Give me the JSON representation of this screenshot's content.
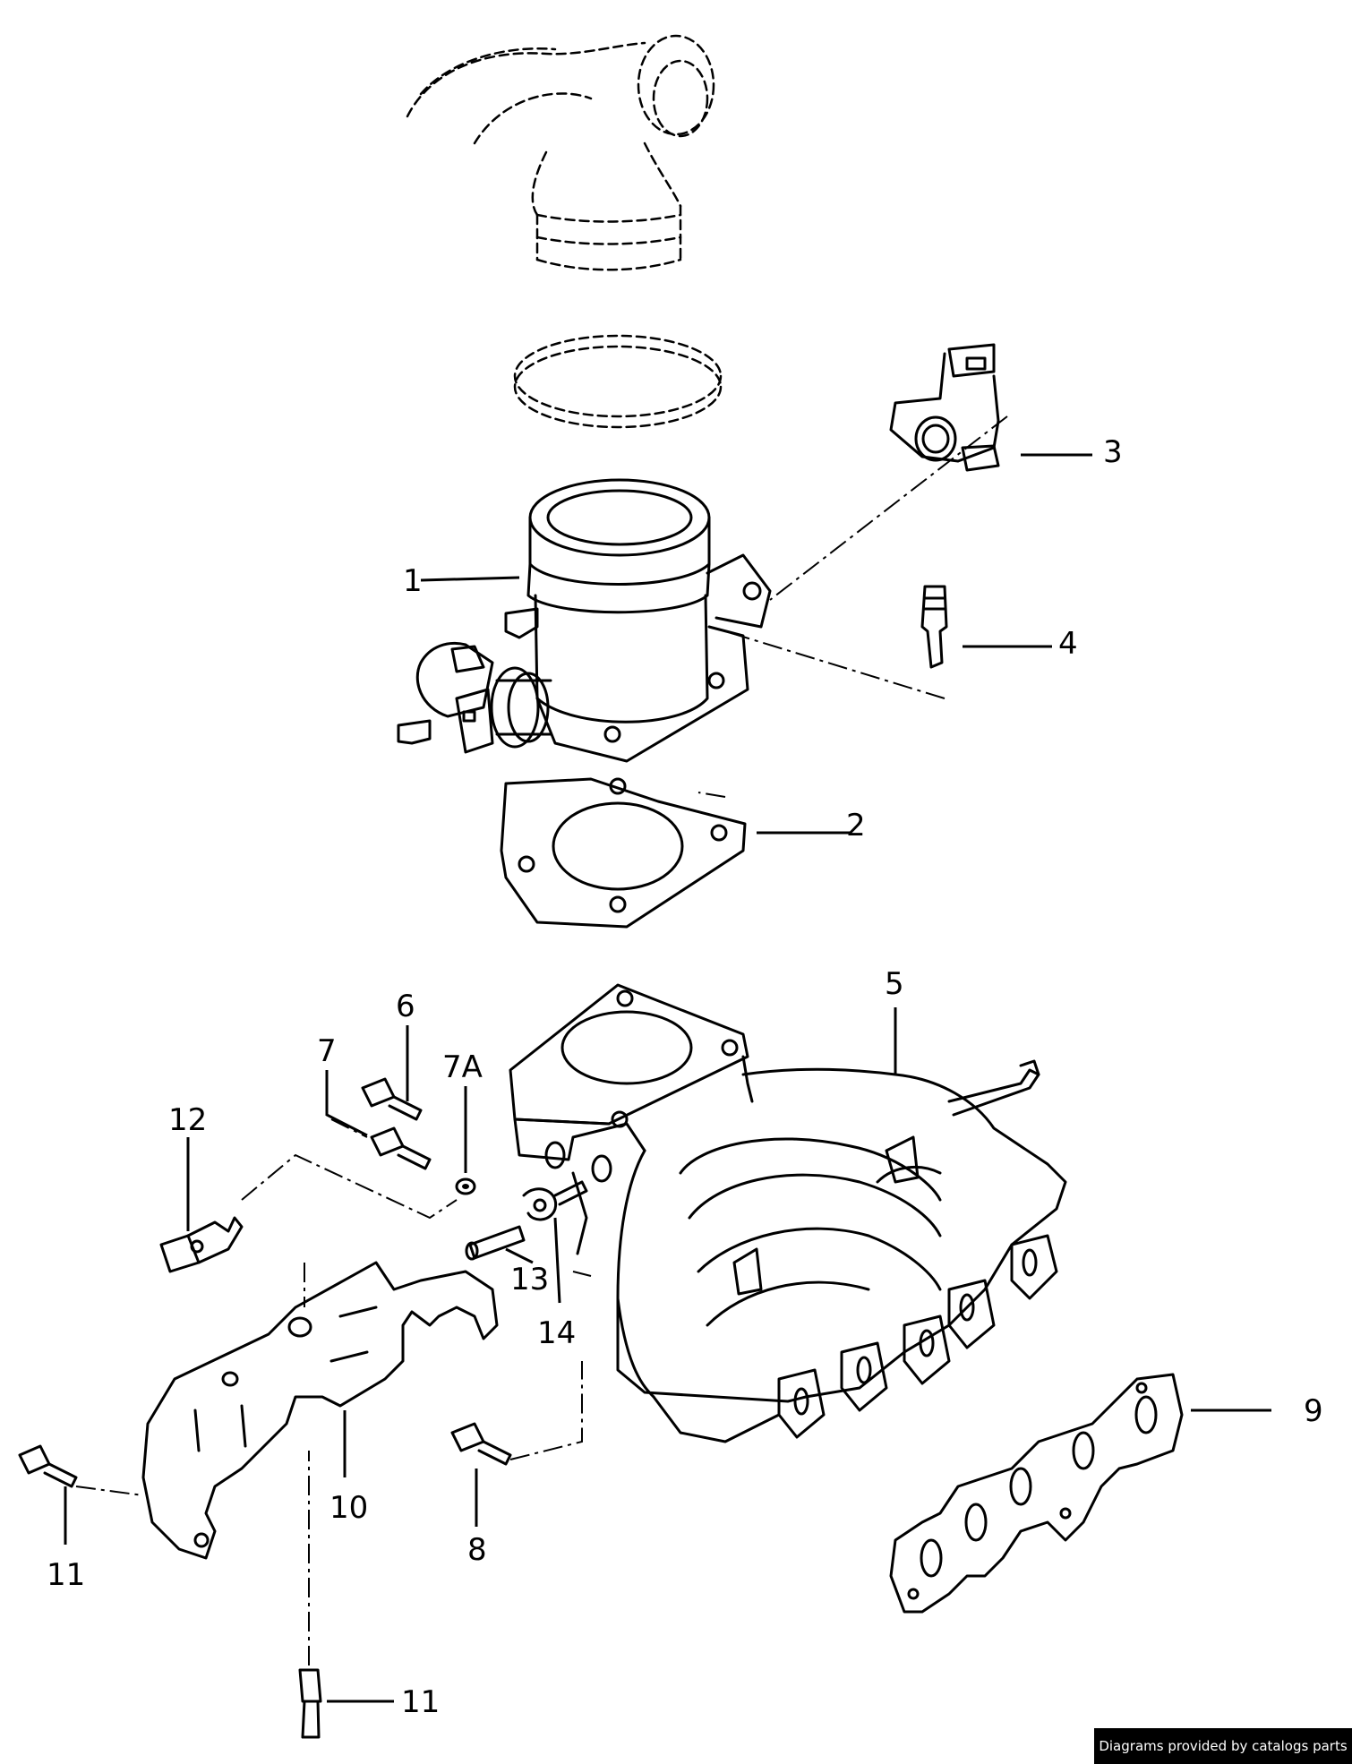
{
  "callouts": {
    "c1": "1",
    "c2": "2",
    "c3": "3",
    "c4": "4",
    "c5": "5",
    "c6": "6",
    "c7": "7",
    "c7a": "7A",
    "c8": "8",
    "c9": "9",
    "c10": "10",
    "c11a": "11",
    "c11b": "11",
    "c12": "12",
    "c13": "13",
    "c14": "14"
  },
  "footer": {
    "credit": "Diagrams provided by catalogs parts"
  }
}
